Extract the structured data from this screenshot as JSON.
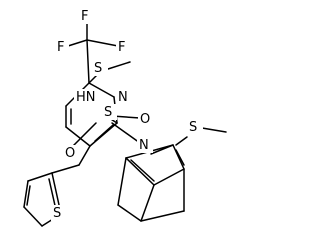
{
  "structure": {
    "atoms": {
      "f_top": "F",
      "f_left": "F",
      "f_right": "F",
      "s_methylthio_upper": "S",
      "hn": "HN",
      "n_upper": "N",
      "s_sulfonyl": "S",
      "o_right": "O",
      "o_left": "O",
      "n_lower": "N",
      "s_methylthio_right": "S",
      "s_thiophene": "S"
    },
    "colors": {
      "bond": "#000000",
      "label": "#000000",
      "background": "#ffffff"
    }
  }
}
